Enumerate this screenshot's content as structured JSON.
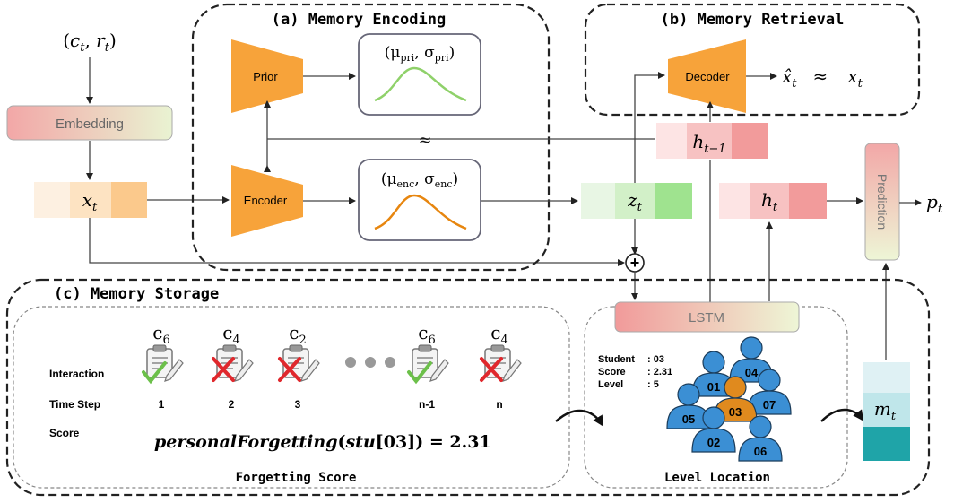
{
  "input": {
    "c": "c",
    "c_sub": "t",
    "r": "r",
    "r_sub": "t"
  },
  "embedding": {
    "label": "Embedding"
  },
  "xt": {
    "base": "x",
    "sub": "t"
  },
  "panel_a": {
    "title": "(a) Memory Encoding",
    "prior_label": "Prior",
    "encoder_label": "Encoder",
    "prior_dist": {
      "mu": "μ",
      "mu_sub": "pri",
      "sigma": "σ",
      "sigma_sub": "pri"
    },
    "enc_dist": {
      "mu": "μ",
      "mu_sub": "enc",
      "sigma": "σ",
      "sigma_sub": "enc"
    }
  },
  "panel_b": {
    "title": "(b) Memory Retrieval",
    "decoder_label": "Decoder",
    "xhat": "x̂",
    "xhat_sub": "t",
    "approx": "≈",
    "x": "x",
    "x_sub": "t"
  },
  "approx_symbol": "≈",
  "h_prev": {
    "base": "h",
    "sub": "t−1"
  },
  "h_t": {
    "base": "h",
    "sub": "t"
  },
  "z_t": {
    "base": "z",
    "sub": "t"
  },
  "plus_symbol": "+",
  "prediction": {
    "label": "Prediction",
    "output_base": "p",
    "output_sub": "t"
  },
  "lstm": {
    "label": "LSTM"
  },
  "panel_c": {
    "title": "(c) Memory Storage",
    "row_labels": [
      "Interaction",
      "Time Step",
      "Score"
    ],
    "steps": [
      {
        "concept": "c",
        "concept_sub": "6",
        "correct": true,
        "step": "1"
      },
      {
        "concept": "c",
        "concept_sub": "4",
        "correct": false,
        "step": "2"
      },
      {
        "concept": "c",
        "concept_sub": "2",
        "correct": false,
        "step": "3"
      },
      {
        "concept": "c",
        "concept_sub": "6",
        "correct": true,
        "step": "n-1"
      },
      {
        "concept": "c",
        "concept_sub": "4",
        "correct": false,
        "step": "n"
      }
    ],
    "formula": {
      "func": "personalForgetting",
      "arg_a": "stu",
      "arg_b": "[03]",
      "eq": " = 2.31"
    },
    "forgetting_caption": "Forgetting Score",
    "level_caption": "Level Location",
    "student_info": [
      {
        "label": "Student",
        "value": ": 03"
      },
      {
        "label": "Score",
        "value": ": 2.31"
      },
      {
        "label": "Level",
        "value": ": 5"
      }
    ],
    "students": [
      "01",
      "04",
      "07",
      "05",
      "03",
      "02",
      "06"
    ]
  },
  "m_t": {
    "base": "m",
    "sub": "t"
  },
  "colors": {
    "orange": "#f7a33a",
    "person_blue": "#3b8fd4",
    "person_orange": "#e08a1e",
    "green_curve": "#8fd16a",
    "orange_curve": "#e7860f",
    "check": "#6cc04a",
    "cross": "#e0282d"
  }
}
